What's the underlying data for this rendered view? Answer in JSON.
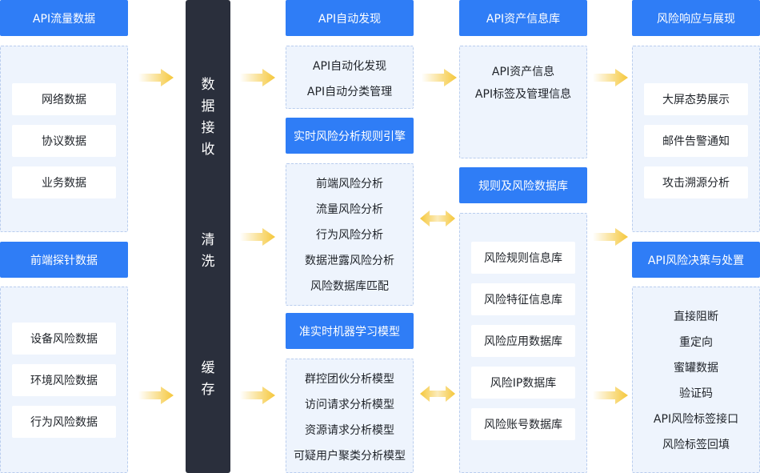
{
  "col1": {
    "flow_title": "API流量数据",
    "flow_items": [
      "网络数据",
      "协议数据",
      "业务数据"
    ],
    "probe_title": "前端探针数据",
    "probe_items": [
      "设备风险数据",
      "环境风险数据",
      "行为风险数据"
    ]
  },
  "pillar": {
    "receive": [
      "数",
      "据",
      "接",
      "收"
    ],
    "clean": [
      "清",
      "洗"
    ],
    "cache": [
      "缓",
      "存"
    ]
  },
  "col3": {
    "discover_title": "API自动发现",
    "discover_items": [
      "API自动化发现",
      "API自动分类管理"
    ],
    "realtime_title": "实时风险分析规则引擎",
    "realtime_items": [
      "前端风险分析",
      "流量风险分析",
      "行为风险分析",
      "数据泄露风险分析",
      "风险数据库匹配"
    ],
    "ml_title": "准实时机器学习模型",
    "ml_items": [
      "群控团伙分析模型",
      "访问请求分析模型",
      "资源请求分析模型",
      "可疑用户聚类分析模型"
    ]
  },
  "col4": {
    "asset_title": "API资产信息库",
    "asset_items": [
      "API资产信息",
      "API标签及管理信息"
    ],
    "rules_title": "规则及风险数据库",
    "rules_items": [
      "风险规则信息库",
      "风险特征信息库",
      "风险应用数据库",
      "风险IP数据库",
      "风险账号数据库"
    ]
  },
  "col5": {
    "display_title": "风险响应与展现",
    "display_items": [
      "大屏态势展示",
      "邮件告警通知",
      "攻击溯源分析"
    ],
    "decision_title": "API风险决策与处置",
    "decision_items": [
      "直接阻断",
      "重定向",
      "蜜罐数据",
      "验证码",
      "API风险标签接口",
      "风险标签回填"
    ]
  },
  "colors": {
    "header_blue": "#2f7df6",
    "panel_bg": "#eef4fd",
    "pillar_dark": "#2a2f3c",
    "arrow_yellow": "#f5c73a"
  }
}
